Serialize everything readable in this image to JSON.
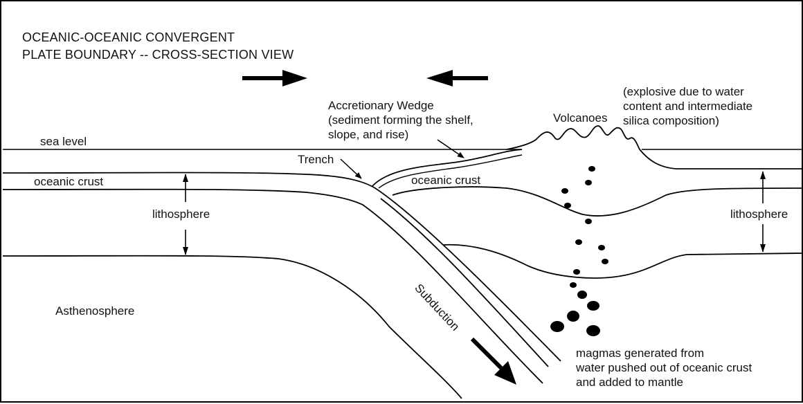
{
  "title": {
    "line1": "OCEANIC-OCEANIC CONVERGENT",
    "line2": "PLATE BOUNDARY -- CROSS-SECTION VIEW"
  },
  "labels": {
    "sea_level": "sea level",
    "oceanic_crust_left": "oceanic crust",
    "oceanic_crust_right": "oceanic crust",
    "lithosphere_left": "lithosphere",
    "lithosphere_right": "lithosphere",
    "asthenosphere": "Asthenosphere",
    "trench": "Trench",
    "subduction": "Subduction",
    "volcanoes": "Volcanoes",
    "accretionary_wedge": {
      "line1": "Accretionary Wedge",
      "line2": "(sediment forming the shelf,",
      "line3": "slope, and rise)"
    },
    "explosive_note": {
      "line1": "(explosive due to water",
      "line2": "content and intermediate",
      "line3": "silica composition)"
    },
    "magmas_note": {
      "line1": "magmas generated from",
      "line2": "water pushed out of oceanic crust",
      "line3": "and added to mantle"
    }
  },
  "colors": {
    "line": "#000000",
    "background": "#ffffff"
  }
}
